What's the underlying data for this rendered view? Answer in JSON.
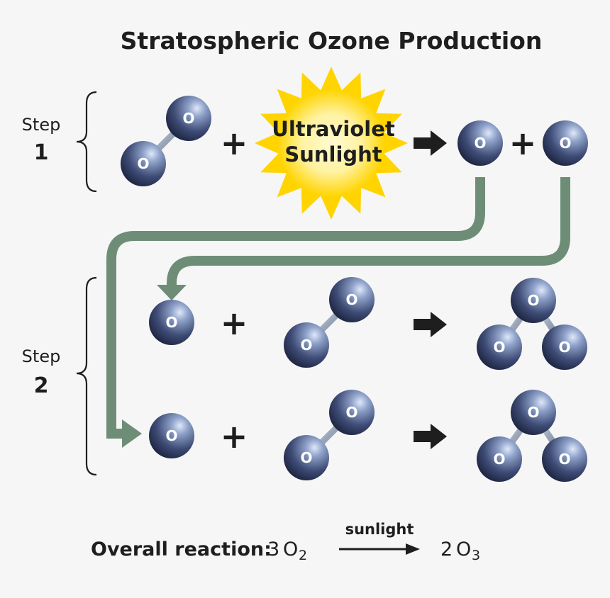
{
  "title": "Stratospheric Ozone Production",
  "step1": {
    "word": "Step",
    "number": "1"
  },
  "step2": {
    "word": "Step",
    "number": "2"
  },
  "atom_label": "O",
  "operators": {
    "plus": "+",
    "arrow": "arrow-right-icon"
  },
  "sun": {
    "line1": "Ultraviolet",
    "line2": "Sunlight"
  },
  "overall": {
    "label": "Overall reaction:",
    "reactant_coef": "3",
    "reactant_sym": "O",
    "reactant_sub": "2",
    "arrow_label": "sunlight",
    "product_coef": "2",
    "product_sym": "O",
    "product_sub": "3"
  },
  "colors": {
    "atom_dark": "#1c2340",
    "atom_mid": "#4a5a86",
    "atom_light": "#c7d4ee",
    "sun_yellow": "#ffd400",
    "sun_center": "#fff7a8",
    "flow_arrow": "#6e8d77",
    "text": "#1e1e1e"
  }
}
